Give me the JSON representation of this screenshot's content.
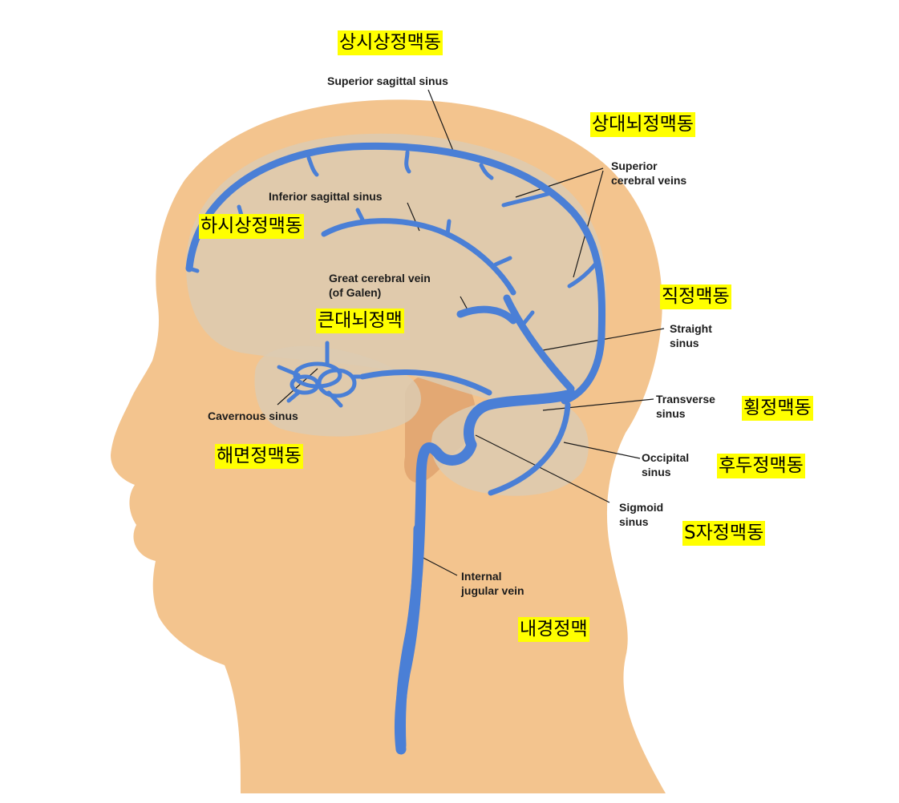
{
  "colors": {
    "skin": "#f3c48e",
    "skin_shadow": "#e3a873",
    "brain": "#dccbb1",
    "vein": "#4a7fd6",
    "vein_dark": "#3664b8",
    "highlight": "#ffff00",
    "leader": "#1a1a1a"
  },
  "labels": {
    "superior_sagittal": "Superior sagittal sinus",
    "superior_cerebral_1": "Superior",
    "superior_cerebral_2": "cerebral veins",
    "inferior_sagittal": "Inferior sagittal sinus",
    "great_cerebral_1": "Great cerebral vein",
    "great_cerebral_2": "(of Galen)",
    "straight_1": "Straight",
    "straight_2": "sinus",
    "transverse_1": "Transverse",
    "transverse_2": "sinus",
    "cavernous": "Cavernous sinus",
    "occipital_1": "Occipital",
    "occipital_2": "sinus",
    "sigmoid_1": "Sigmoid",
    "sigmoid_2": "sinus",
    "jugular_1": "Internal",
    "jugular_2": "jugular vein"
  },
  "korean_labels": {
    "superior_sagittal": "상시상정맥동",
    "superior_cerebral": "상대뇌정맥동",
    "inferior_sagittal": "하시상정맥동",
    "straight": "직정맥동",
    "great_cerebral": "큰대뇌정맥",
    "transverse": "횡정맥동",
    "cavernous": "해면정맥동",
    "occipital": "후두정맥동",
    "sigmoid": "S자정맥동",
    "jugular": "내경정맥"
  }
}
